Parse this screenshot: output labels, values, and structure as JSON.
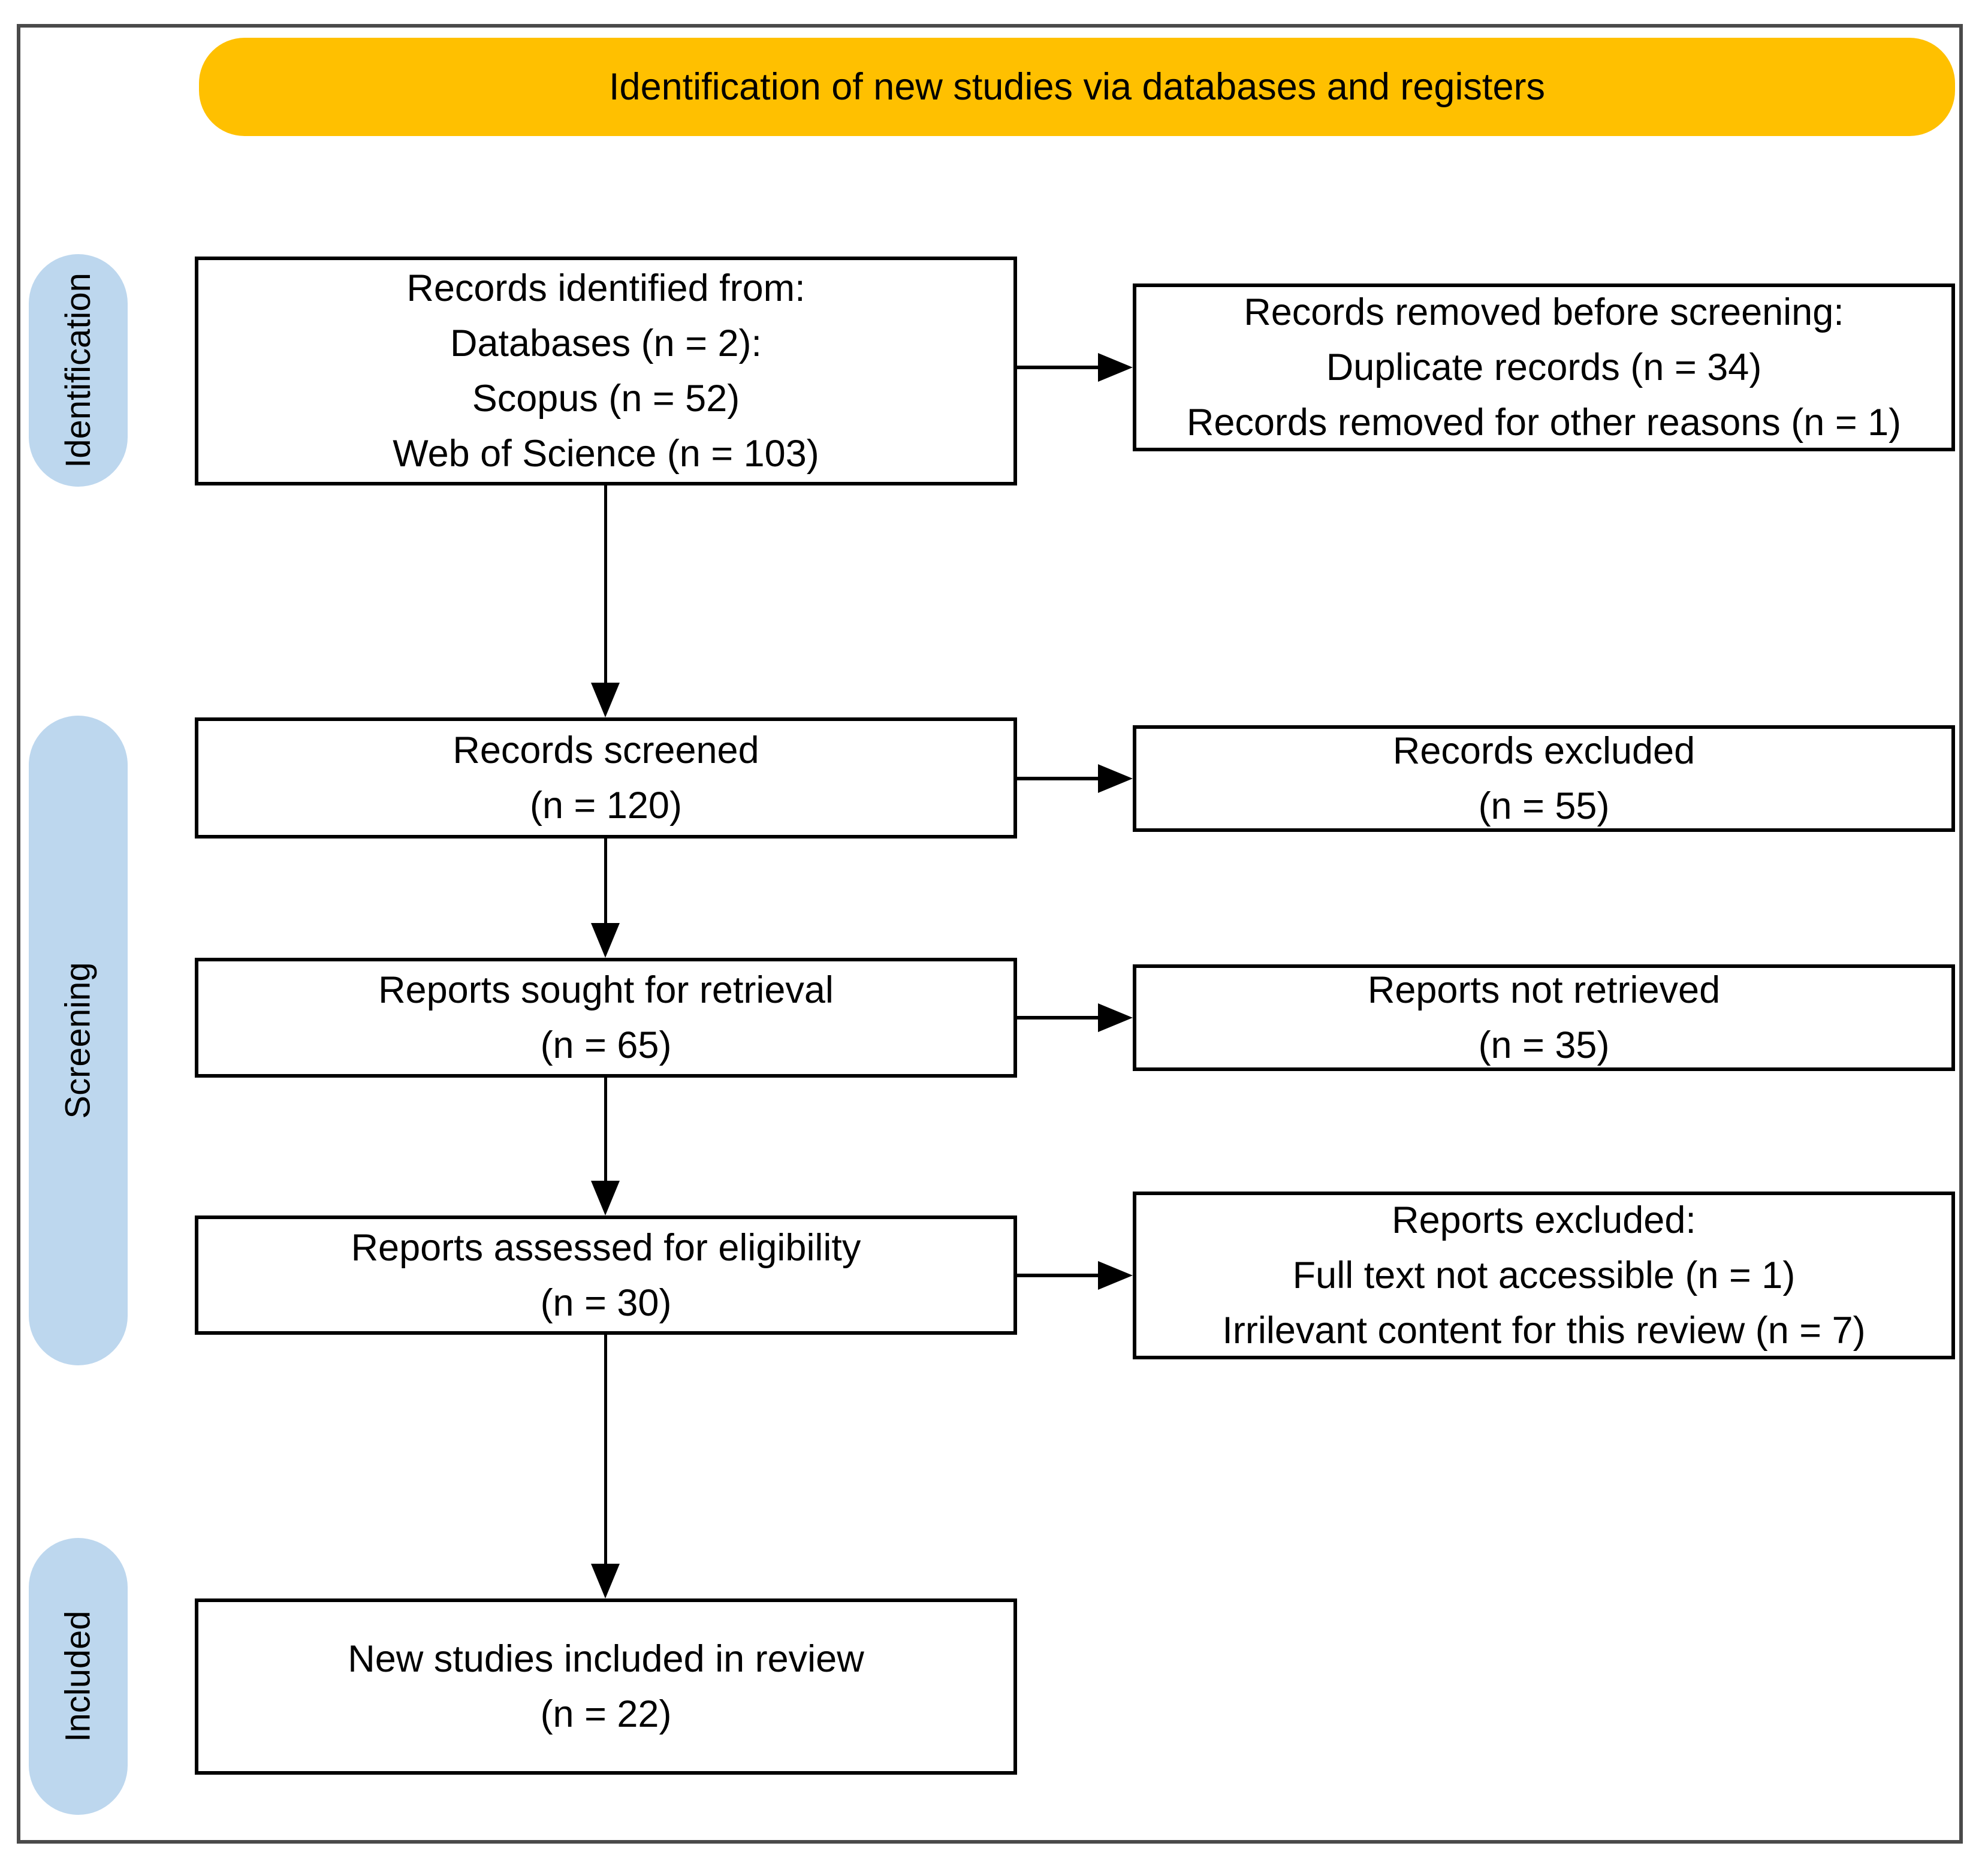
{
  "banner": {
    "label": "Identification of new studies via databases and registers"
  },
  "stages": [
    {
      "id": "identification",
      "label": "Identification"
    },
    {
      "id": "screening",
      "label": "Screening"
    },
    {
      "id": "included",
      "label": "Included"
    }
  ],
  "boxes": {
    "records_identified": {
      "lines": [
        "Records identified from:",
        "Databases (n = 2):",
        "Scopus (n = 52)",
        "Web of Science (n = 103)"
      ]
    },
    "records_removed": {
      "lines": [
        "Records removed before screening:",
        "Duplicate records (n = 34)",
        "Records removed for other reasons (n = 1)"
      ]
    },
    "records_screened": {
      "lines": [
        "Records screened",
        "(n = 120)"
      ]
    },
    "records_excluded": {
      "lines": [
        "Records excluded",
        "(n = 55)"
      ]
    },
    "reports_sought": {
      "lines": [
        "Reports sought for retrieval",
        "(n = 65)"
      ]
    },
    "reports_not_retrieved": {
      "lines": [
        "Reports not retrieved",
        "(n = 35)"
      ]
    },
    "reports_assessed": {
      "lines": [
        "Reports assessed for eligibility",
        "(n = 30)"
      ]
    },
    "reports_excluded": {
      "lines": [
        "Reports excluded:",
        "Full text not accessible (n = 1)",
        "Irrilevant content for this review (n = 7)"
      ]
    },
    "new_studies_included": {
      "lines": [
        "New studies included in review",
        "(n = 22)"
      ]
    }
  },
  "colors": {
    "banner_bg": "#FFC000",
    "stage_bg": "#BDD7EE",
    "box_border": "#000000",
    "arrow": "#000000",
    "frame_border": "#4a4a4a"
  }
}
